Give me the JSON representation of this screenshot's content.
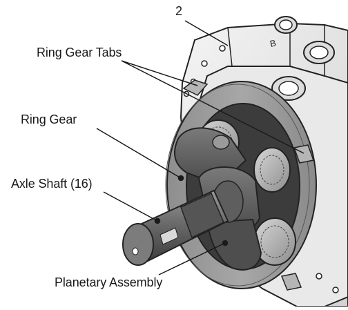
{
  "callouts": {
    "ref_number": "2",
    "ring_gear_tabs": "Ring Gear Tabs",
    "ring_gear": "Ring Gear",
    "axle_shaft": "Axle Shaft (16)",
    "planetary_assembly": "Planetary Assembly"
  },
  "housing_port_mark": "B",
  "colors": {
    "ink": "#1a1a1a",
    "line_art": "#222222",
    "shade_light": "#e6e6e6",
    "shade_mid": "#9a9a9a",
    "shade_dark": "#5e5e5e",
    "shade_darkest": "#3c3c3c",
    "background": "#ffffff"
  }
}
